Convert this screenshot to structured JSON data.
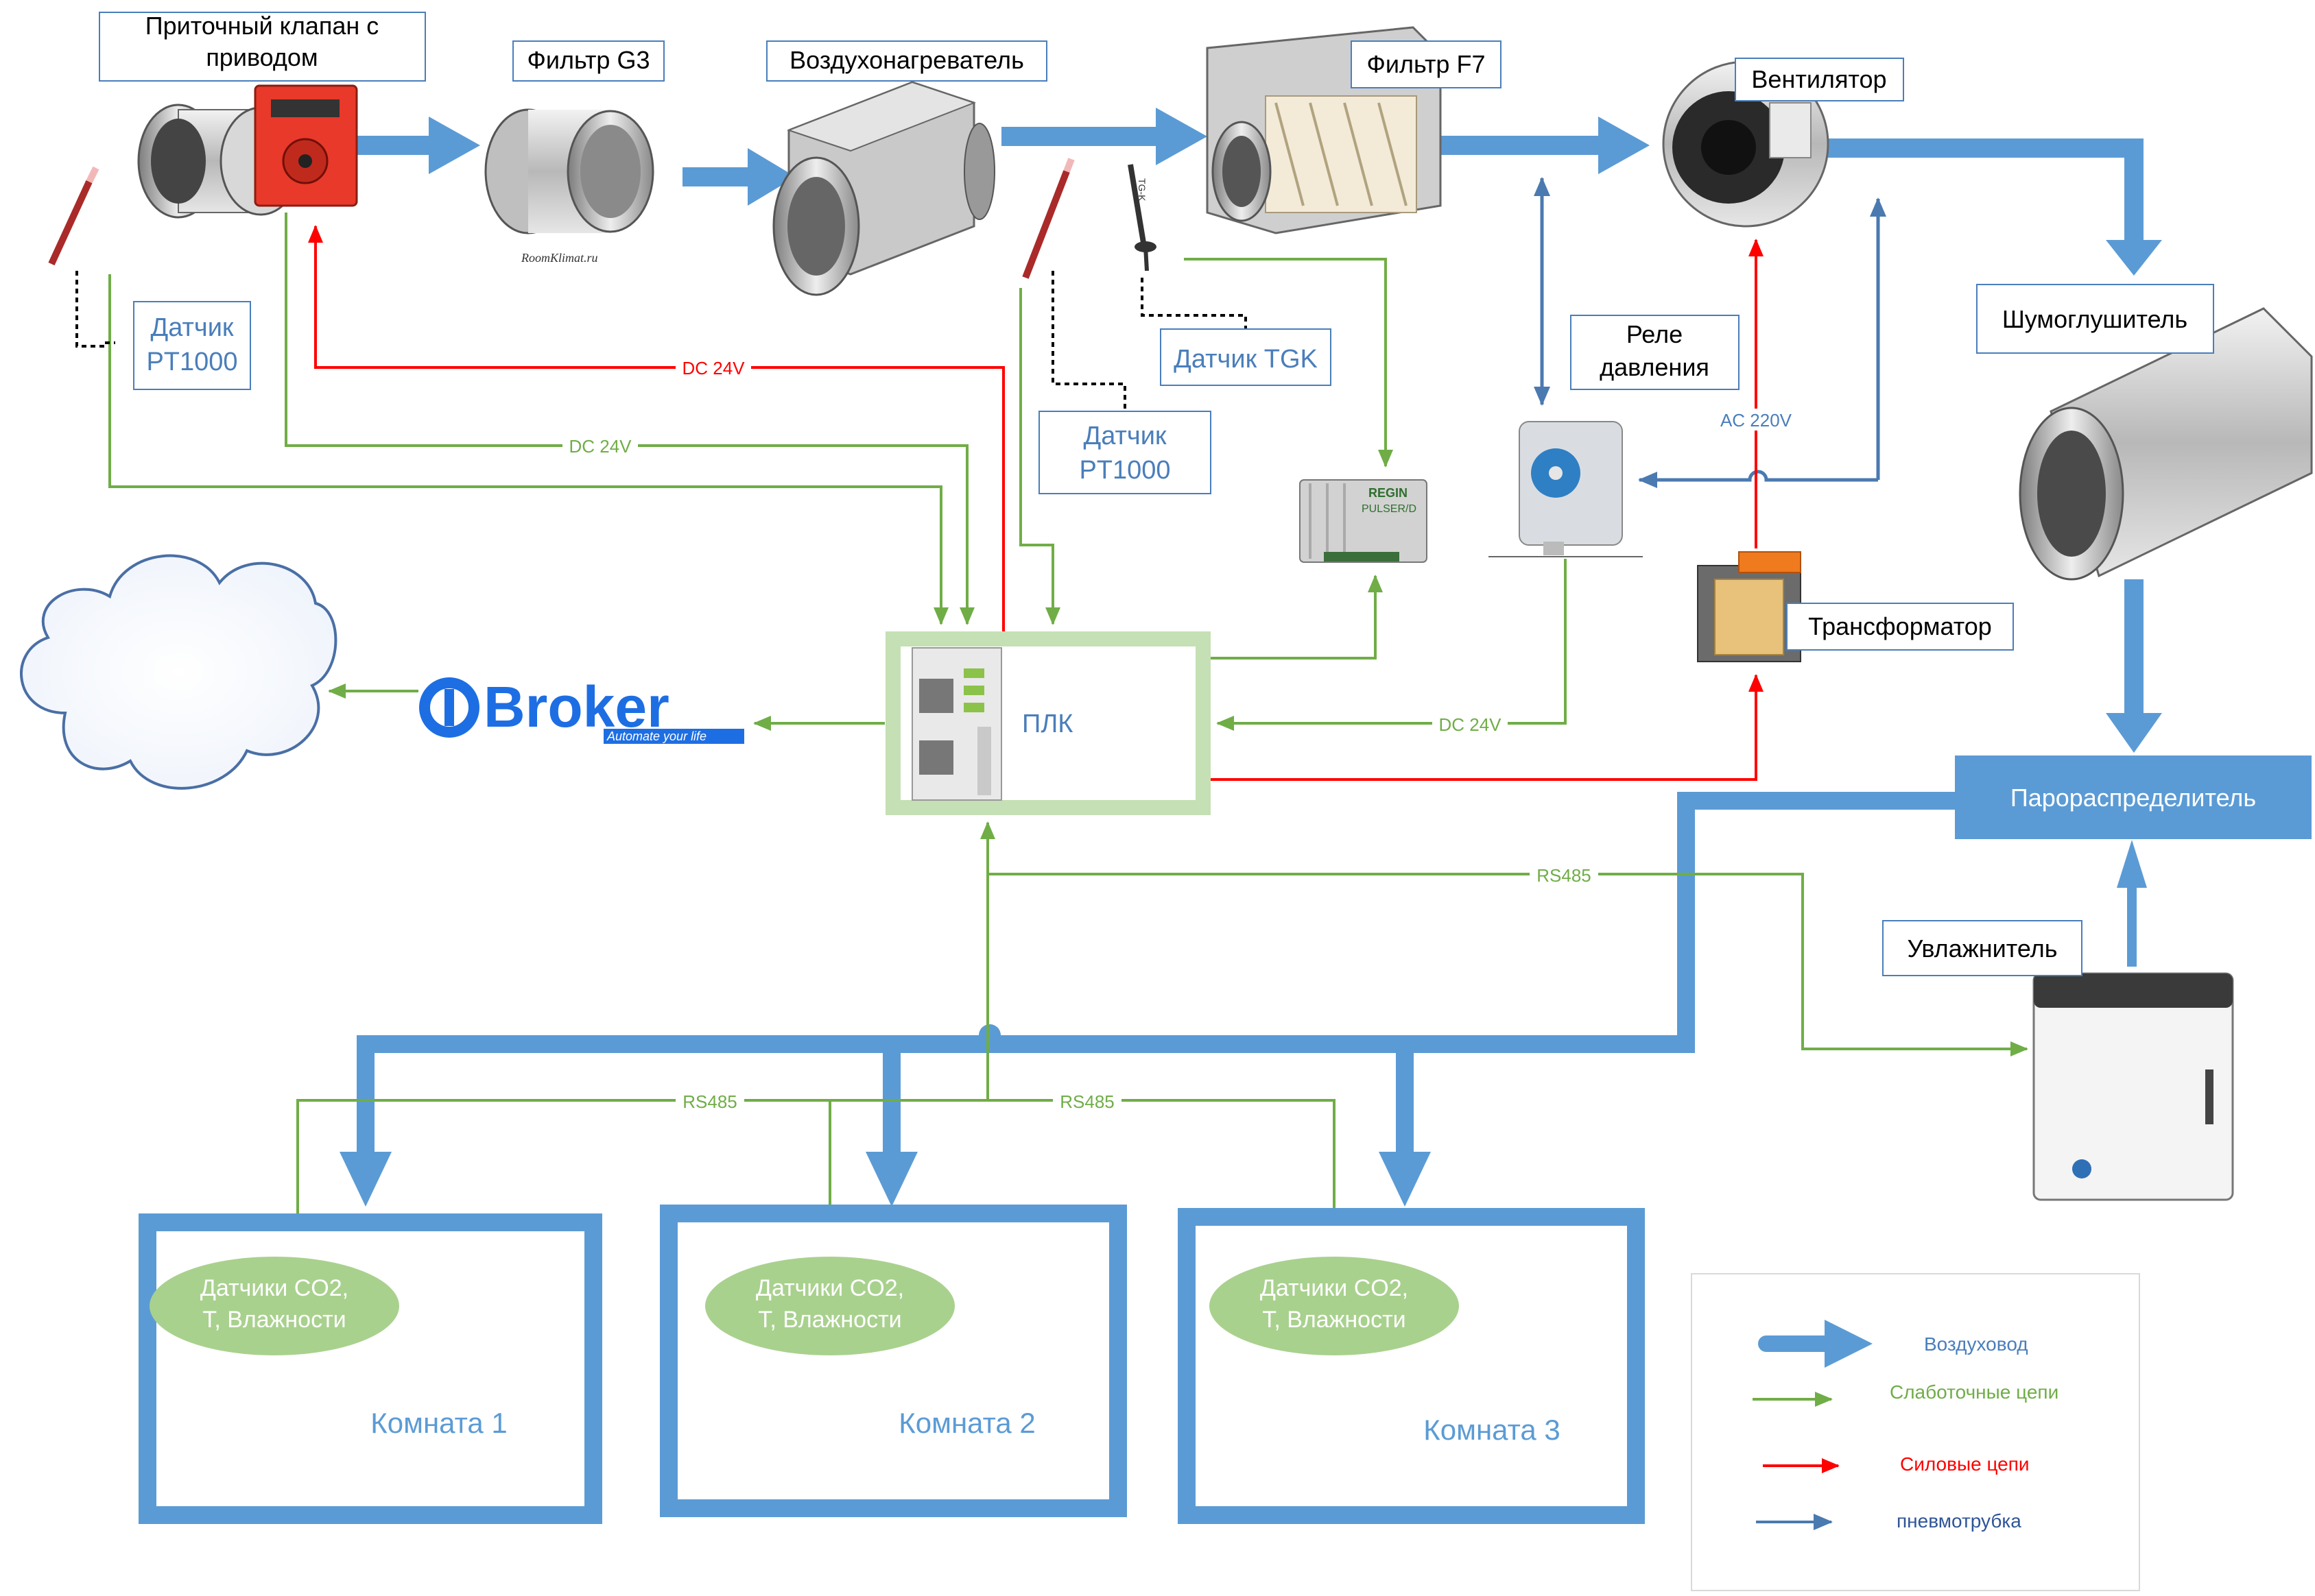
{
  "colors": {
    "duct": "#5b9bd5",
    "low_voltage": "#70ad47",
    "power": "#ff0000",
    "pneumatic": "#4a7ab0",
    "sensor_fill": "#a9d18e",
    "plc_border": "#c5e0b4",
    "label_border": "#4a7ebb"
  },
  "components": {
    "valve": "Приточный клапан с\nприводом",
    "filter_g3": "Фильтр G3",
    "heater": "Воздухонагреватель",
    "filter_f7": "Фильтр F7",
    "fan": "Вентилятор",
    "silencer": "Шумоглушитель",
    "pressure_relay": "Реле\nдавления",
    "transformer": "Трансформатор",
    "steam_distributor": "Парораспределитель",
    "humidifier": "Увлажнитель",
    "plc": "ПЛК"
  },
  "sensors": {
    "pt1000_outdoor": "Датчик\nPT1000",
    "pt1000_supply": "Датчик\nPT1000",
    "tgk": "Датчик TGK"
  },
  "wires": {
    "dc24_red": "DC 24V",
    "dc24_green_valve": "DC 24V",
    "dc24_pressure": "DC 24V",
    "ac220": "AC 220V",
    "rs485_humidifier": "RS485",
    "rs485_room1": "RS485",
    "rs485_room2": "RS485"
  },
  "iobroker": {
    "brand": "Broker",
    "tagline": "Automate your life"
  },
  "device_text": {
    "pulser_brand": "REGIN",
    "pulser_model": "PULSER/D",
    "tgk_mark": "TG-K",
    "watermark": "RoomKlimat.ru"
  },
  "rooms": [
    {
      "label": "Комната 1",
      "sensor": "Датчики CO2,\nТ, Влажности"
    },
    {
      "label": "Комната 2",
      "sensor": "Датчики CO2,\nТ, Влажности"
    },
    {
      "label": "Комната 3",
      "sensor": "Датчики CO2,\nТ, Влажности"
    }
  ],
  "legend": {
    "duct": "Воздуховод",
    "low_voltage": "Слаботочные цепи",
    "power": "Силовые цепи",
    "pneumatic": "пневмотрубка"
  }
}
